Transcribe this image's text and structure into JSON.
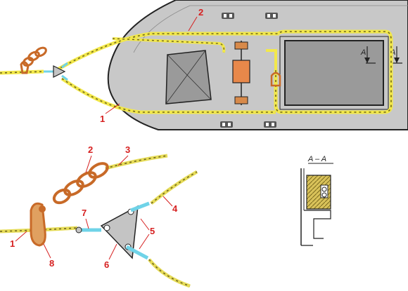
{
  "callouts": {
    "top_rope_1": "1",
    "top_rope_2": "2",
    "detail_1": "1",
    "detail_2": "2",
    "detail_3": "3",
    "detail_4": "4",
    "detail_5": "5",
    "detail_6": "6",
    "detail_7": "7",
    "detail_8": "8"
  },
  "section_marks": {
    "left": "A",
    "right": "A",
    "section_title": "A – A"
  },
  "colors": {
    "deck": "#c8c8c8",
    "hull_outline": "#222222",
    "rope_yellow": "#f2e84a",
    "rope_dark": "#b5a63a",
    "shackle": "#c86a28",
    "link_blue": "#6fd3e8",
    "plate": "#c4c4c4",
    "hatch": "#9a9a9a",
    "callout_red": "#d62020"
  }
}
